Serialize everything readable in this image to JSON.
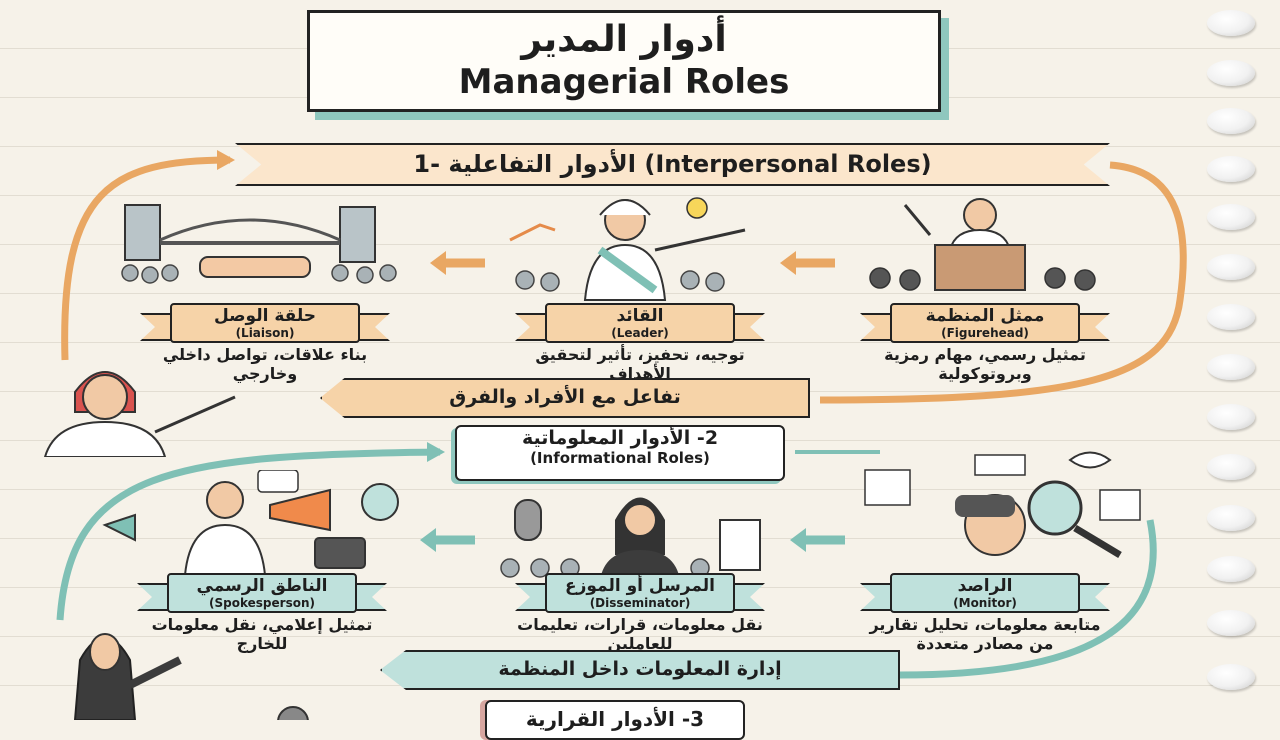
{
  "title": {
    "ar": "أدوار المدير",
    "en": "Managerial Roles"
  },
  "sections": [
    {
      "header": "1- الأدوار التفاعلية (Interpersonal Roles)",
      "flow_label": "تفاعل مع الأفراد والفرق",
      "color": "#f6d3a8",
      "roles": [
        {
          "ar": "حلقة الوصل",
          "en": "(Liaison)",
          "desc": "بناء علاقات، تواصل داخلي وخارجي",
          "icon": "bridge-handshake-icon"
        },
        {
          "ar": "القائد",
          "en": "(Leader)",
          "desc": "توجيه، تحفيز، تأثير لتحقيق الأهداف",
          "icon": "leader-pointing-icon"
        },
        {
          "ar": "ممثل المنظمة",
          "en": "(Figurehead)",
          "desc": "تمثيل رسمي، مهام رمزية وبروتوكولية",
          "icon": "podium-speaker-icon"
        }
      ]
    },
    {
      "header_ar": "2- الأدوار المعلوماتية",
      "header_en": "(Informational Roles)",
      "flow_label": "إدارة المعلومات داخل المنظمة",
      "color": "#bfe1dc",
      "roles": [
        {
          "ar": "الناطق الرسمي",
          "en": "(Spokesperson)",
          "desc": "تمثيل إعلامي، نقل معلومات للخارج",
          "icon": "megaphone-icon"
        },
        {
          "ar": "المرسل أو الموزع",
          "en": "(Disseminator)",
          "desc": "نقل معلومات، قرارات، تعليمات للعاملين",
          "icon": "microphone-document-icon"
        },
        {
          "ar": "الراصد",
          "en": "(Monitor)",
          "desc": "متابعة معلومات، تحليل تقارير من مصادر متعددة",
          "icon": "binoculars-magnifier-icon"
        }
      ]
    },
    {
      "header": "3- الأدوار القرارية"
    }
  ]
}
